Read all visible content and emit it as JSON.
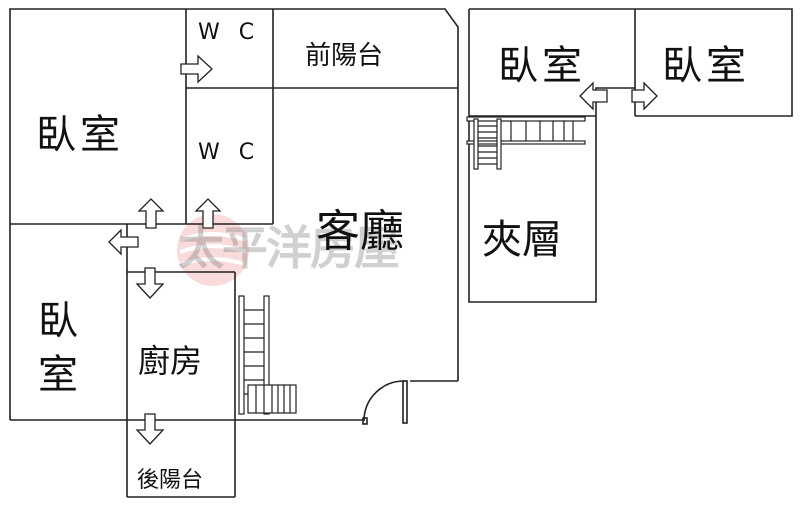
{
  "rooms": {
    "bedroom_top_left": "臥室",
    "wc_top": "W C",
    "wc_middle": "W C",
    "front_balcony": "前陽台",
    "living_room": "客廳",
    "bedroom_bottom_left_1": "臥",
    "bedroom_bottom_left_2": "室",
    "kitchen": "廚房",
    "back_balcony": "後陽台",
    "bedroom_upper_1": "臥室",
    "bedroom_upper_2": "臥室",
    "mezzanine": "夾層"
  },
  "watermark": "太平洋房屋",
  "colors": {
    "line": "#222222",
    "watermark_logo": "#e05050"
  }
}
